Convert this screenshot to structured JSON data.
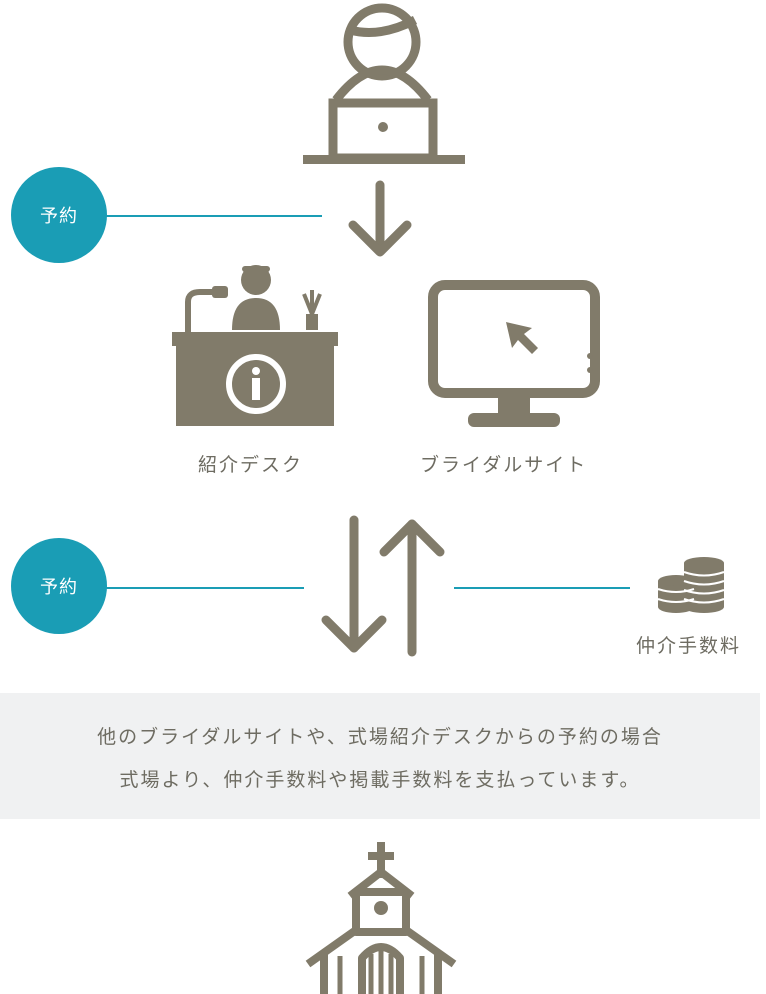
{
  "colors": {
    "icon": "#817b6a",
    "accent": "#1a9db5",
    "text": "#6e6c62",
    "note_bg": "#f0f1f2"
  },
  "badges": {
    "top": "予約",
    "middle": "予約"
  },
  "labels": {
    "desk": "紹介デスク",
    "site": "ブライダルサイト",
    "fee": "仲介手数料"
  },
  "note": {
    "line1": "他のブライダルサイトや、式場紹介デスクからの予約の場合",
    "line2": "式場より、仲介手数料や掲載手数料を支払っています。"
  },
  "icons": [
    "user-laptop-icon",
    "down-arrow-icon",
    "info-desk-icon",
    "monitor-icon",
    "up-down-arrows-icon",
    "coins-icon",
    "chapel-icon"
  ]
}
